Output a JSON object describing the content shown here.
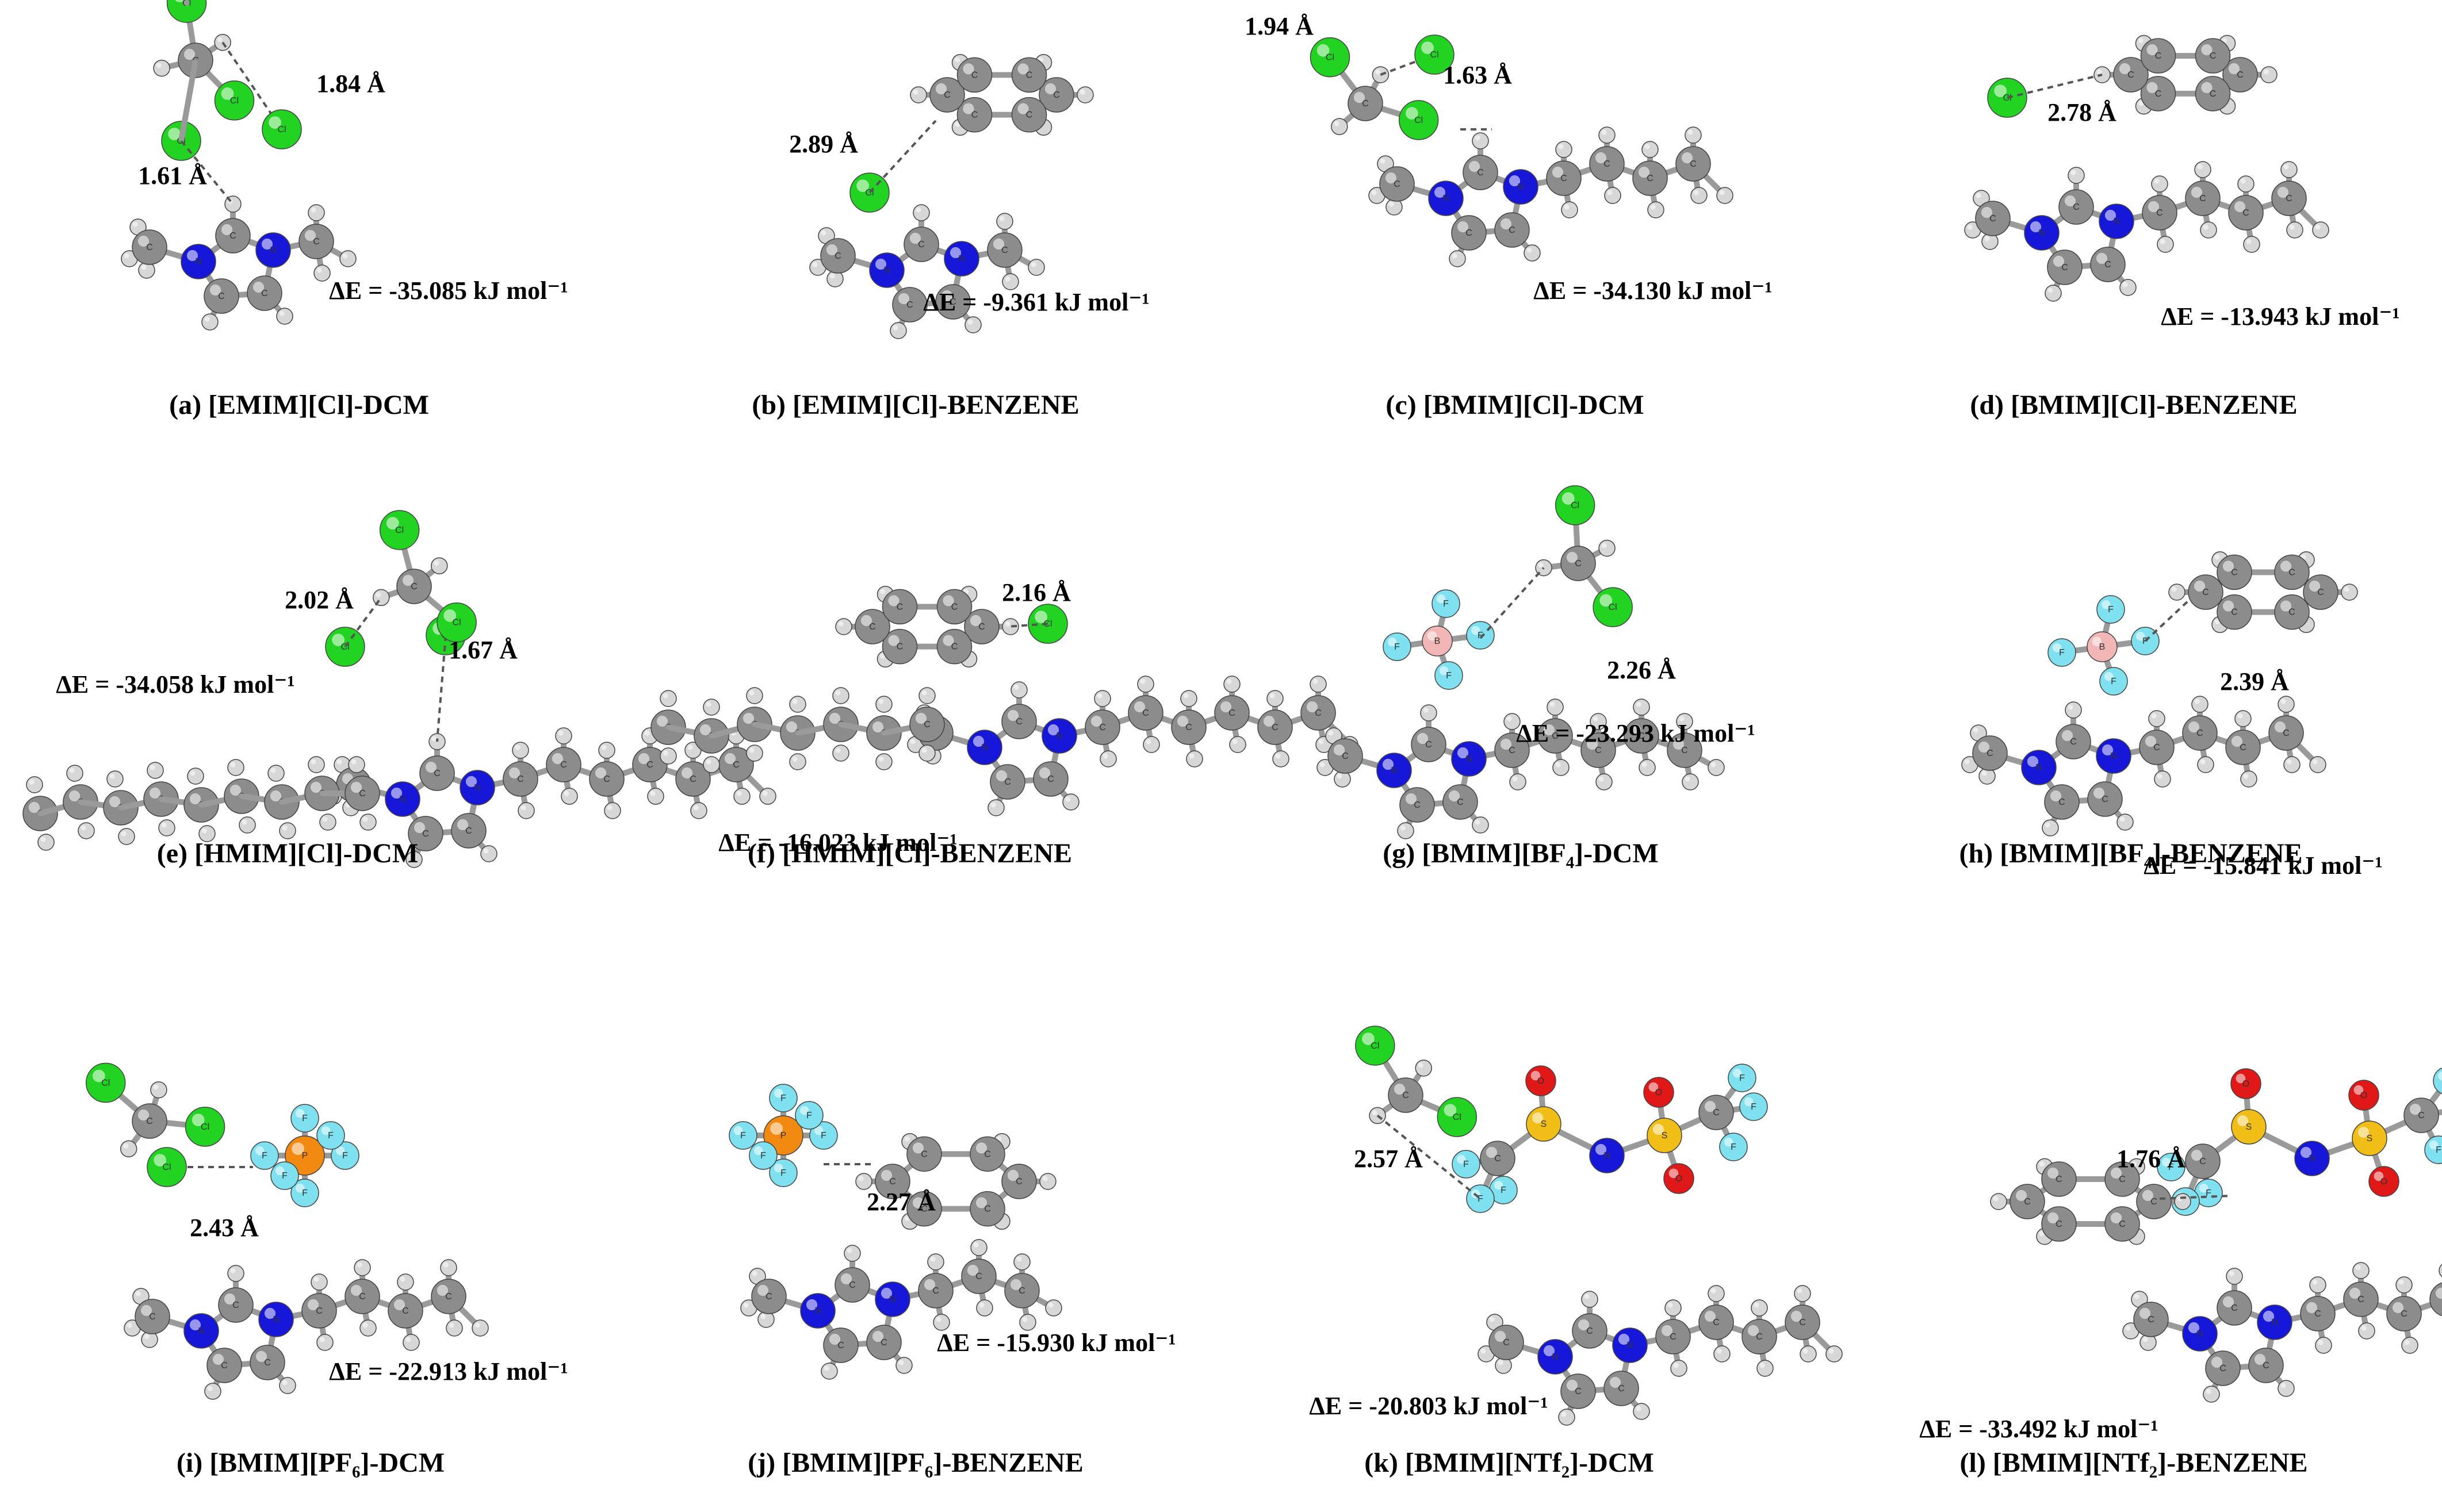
{
  "colors": {
    "carbon": "#8c8c8c",
    "hydrogen": "#d7d7d7",
    "nitrogen": "#1717d9",
    "chlorine": "#22d322",
    "fluorine": "#7fe1ef",
    "boron": "#f2b6b6",
    "phosphorus": "#f28a12",
    "oxygen": "#e01818",
    "sulfur": "#f0be16",
    "bond": "#9a9a9a",
    "hbond": "#555555"
  },
  "atom_symbols": {
    "C": "C",
    "H": "H",
    "N": "N",
    "Cl": "Cl",
    "F": "F",
    "B": "B",
    "P": "P",
    "O": "O",
    "S": "S"
  },
  "panels": [
    {
      "id": "a",
      "caption": "(a) [EMIM][Cl]-DCM",
      "energy": "ΔE = -35.085 kJ mol⁻¹",
      "distances": [
        "1.84 Å",
        "1.61 Å"
      ]
    },
    {
      "id": "b",
      "caption": "(b) [EMIM][Cl]-BENZENE",
      "energy": "ΔE = -9.361 kJ mol⁻¹",
      "distances": [
        "2.89 Å"
      ]
    },
    {
      "id": "c",
      "caption": "(c) [BMIM][Cl]-DCM",
      "energy": "ΔE = -34.130 kJ mol⁻¹",
      "distances": [
        "1.94 Å",
        "1.63 Å"
      ]
    },
    {
      "id": "d",
      "caption": "(d) [BMIM][Cl]-BENZENE",
      "energy": "ΔE = -13.943 kJ mol⁻¹",
      "distances": [
        "2.78 Å"
      ]
    },
    {
      "id": "e",
      "caption": "(e) [HMIM][Cl]-DCM",
      "energy": "ΔE = -34.058 kJ mol⁻¹",
      "distances": [
        "2.02 Å",
        "1.67 Å"
      ]
    },
    {
      "id": "f",
      "caption": "(f) [HMIM][Cl]-BENZENE",
      "energy": "ΔE = -16.023 kJ mol⁻¹",
      "distances": [
        "2.16 Å"
      ]
    },
    {
      "id": "g",
      "caption": "(g) [BMIM][BF₄]-DCM",
      "energy": "ΔE = -23.293 kJ mol⁻¹",
      "distances": [
        "2.26 Å"
      ]
    },
    {
      "id": "h",
      "caption": "(h) [BMIM][BF₄]-BENZENE",
      "energy": "ΔE = -15.841 kJ mol⁻¹",
      "distances": [
        "2.39 Å"
      ]
    },
    {
      "id": "i",
      "caption": "(i) [BMIM][PF₆]-DCM",
      "energy": "ΔE = -22.913 kJ mol⁻¹",
      "distances": [
        "2.43 Å"
      ]
    },
    {
      "id": "j",
      "caption": "(j) [BMIM][PF₆]-BENZENE",
      "energy": "ΔE = -15.930 kJ mol⁻¹",
      "distances": [
        "2.27 Å"
      ]
    },
    {
      "id": "k",
      "caption": "(k) [BMIM][NTf₂]-DCM",
      "energy": "ΔE = -20.803 kJ mol⁻¹",
      "distances": [
        "2.57 Å"
      ]
    },
    {
      "id": "l",
      "caption": "(l) [BMIM][NTf₂]-BENZENE",
      "energy": "ΔE = -33.492 kJ mol⁻¹",
      "distances": [
        "1.76 Å"
      ]
    }
  ]
}
